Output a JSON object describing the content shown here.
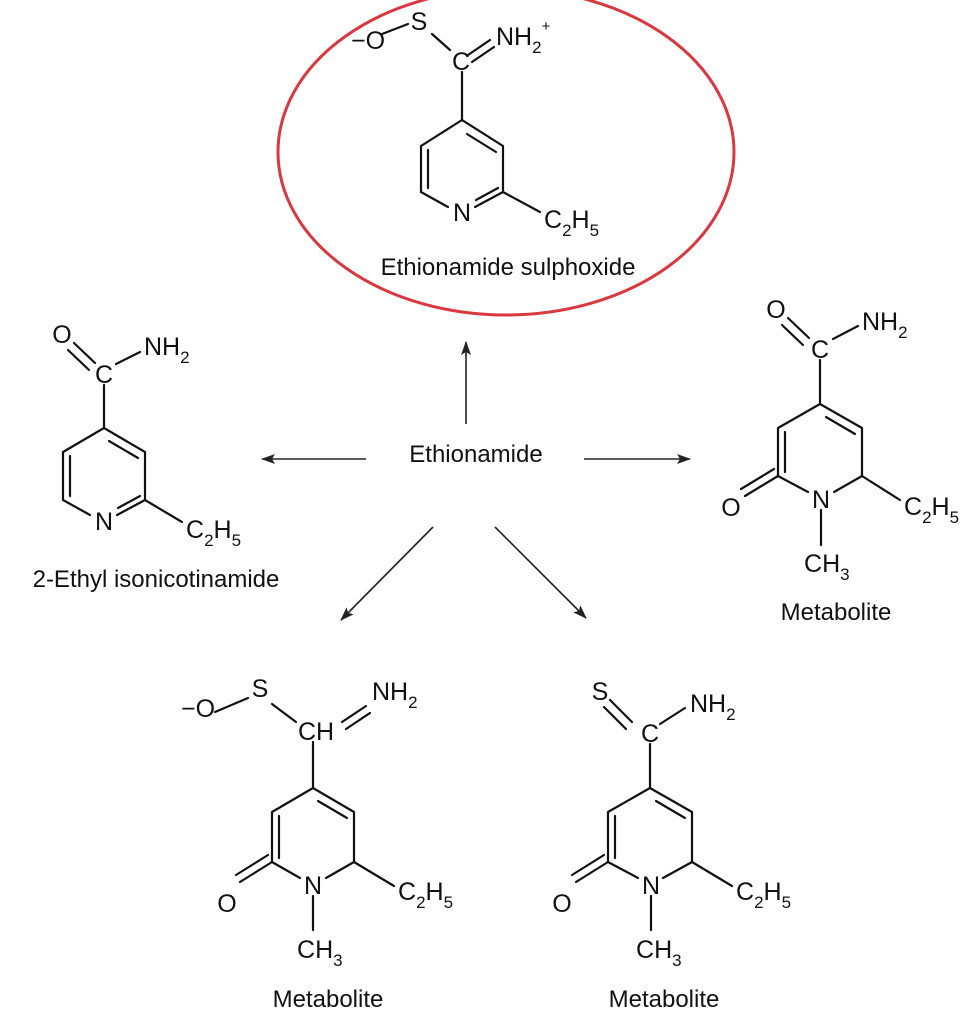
{
  "center": {
    "name": "Ethionamide"
  },
  "highlight_color": "#d9383e",
  "atoms": {
    "O": "O",
    "S": "S",
    "N": "N",
    "C": "C",
    "CH": "CH",
    "H": "H",
    "NH": "NH",
    "neg": "−",
    "plus": "+",
    "two": "2",
    "three": "3",
    "five": "5"
  },
  "compounds": [
    {
      "id": "sulphoxide",
      "name": "Ethionamide sulphoxide",
      "highlighted": true
    },
    {
      "id": "isonicotinamide",
      "name": "2-Ethyl isonicotinamide",
      "highlighted": false
    },
    {
      "id": "metabolite_amide",
      "name": "Metabolite",
      "highlighted": false
    },
    {
      "id": "metabolite_sulfoxide",
      "name": "Metabolite",
      "highlighted": false
    },
    {
      "id": "metabolite_thioamide",
      "name": "Metabolite",
      "highlighted": false
    }
  ]
}
